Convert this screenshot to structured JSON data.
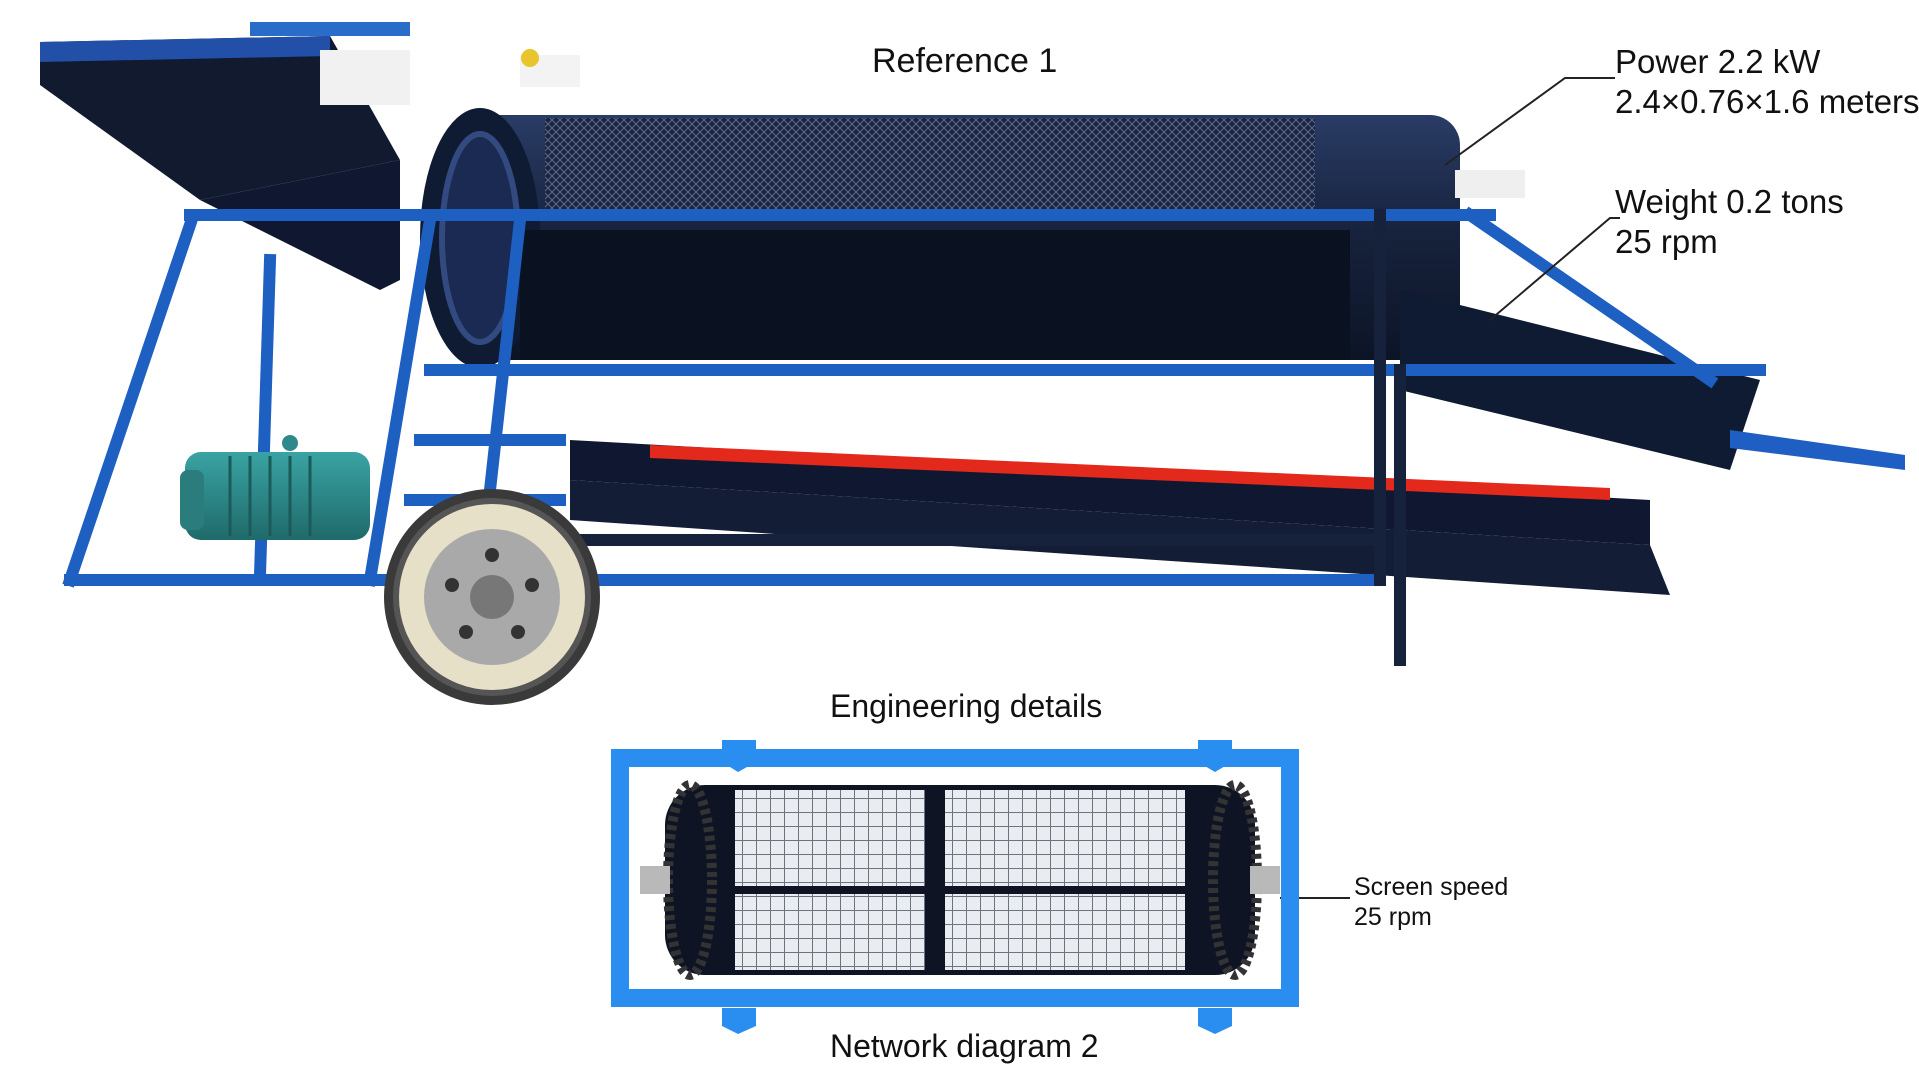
{
  "top_title": "Reference 1",
  "spec_power": {
    "line1": "Power 2.2 kW",
    "line2": "2.4×0.76×1.6 meters"
  },
  "spec_weight": {
    "line1": "Weight 0.2 tons",
    "line2": "25 rpm"
  },
  "section_title": "Engineering details",
  "screen_speed": {
    "line1": "Screen speed",
    "line2": "25 rpm"
  },
  "bottom_caption": "Network diagram 2",
  "colors": {
    "frame_blue": "#1e5fc2",
    "drum_navy": "#16213b",
    "belt_red": "#e3281c",
    "motor_teal": "#2e8a8a"
  }
}
